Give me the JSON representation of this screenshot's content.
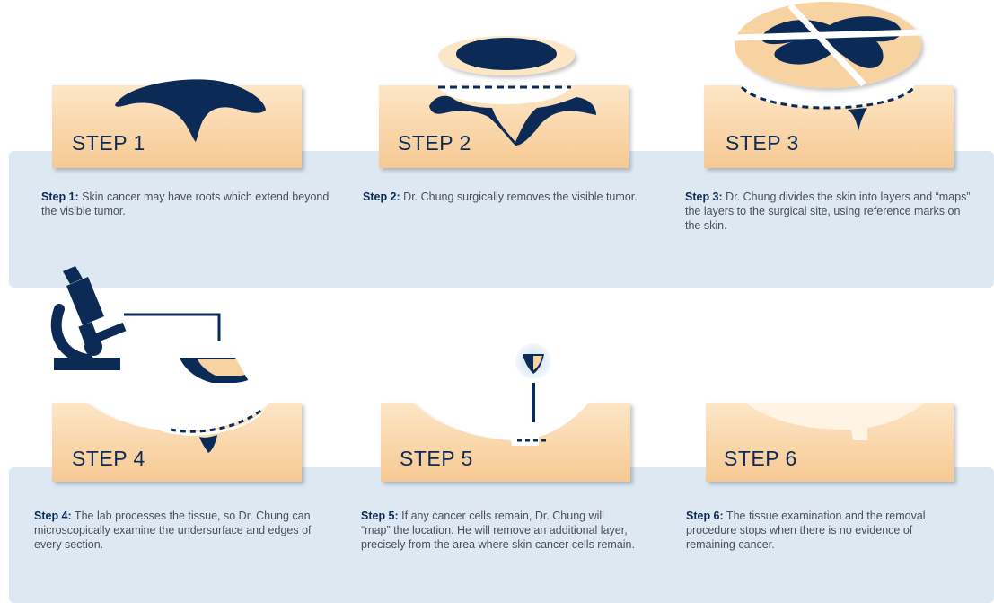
{
  "steps": [
    {
      "title": "STEP 1",
      "lead": "Step 1:",
      "text": " Skin cancer may have roots which extend beyond the visible tumor."
    },
    {
      "title": "STEP 2",
      "lead": "Step 2:",
      "text": " Dr. Chung surgically removes the visible tumor."
    },
    {
      "title": "STEP 3",
      "lead": "Step 3:",
      "text": " Dr. Chung divides the skin into layers and “maps” the layers to the surgical site, using reference marks on the skin."
    },
    {
      "title": "STEP 4",
      "lead": "Step 4:",
      "text": " The lab processes the tissue, so Dr. Chung can microscopically examine the undersurface and edges of every section."
    },
    {
      "title": "STEP 5",
      "lead": "Step 5:",
      "text": " If any cancer cells remain, Dr. Chung will “map” the location.  He will remove an additional layer, precisely from the area where skin cancer cells remain."
    },
    {
      "title": "STEP 6",
      "lead": "Step 6:",
      "text": " The tissue examination and the removal procedure stops when there is no evidence of remaining cancer."
    }
  ],
  "colors": {
    "skin_light": "#fde6c6",
    "skin_dark": "#f5c48e",
    "tumor": "#0b2a55",
    "band": "#dde8f2"
  }
}
